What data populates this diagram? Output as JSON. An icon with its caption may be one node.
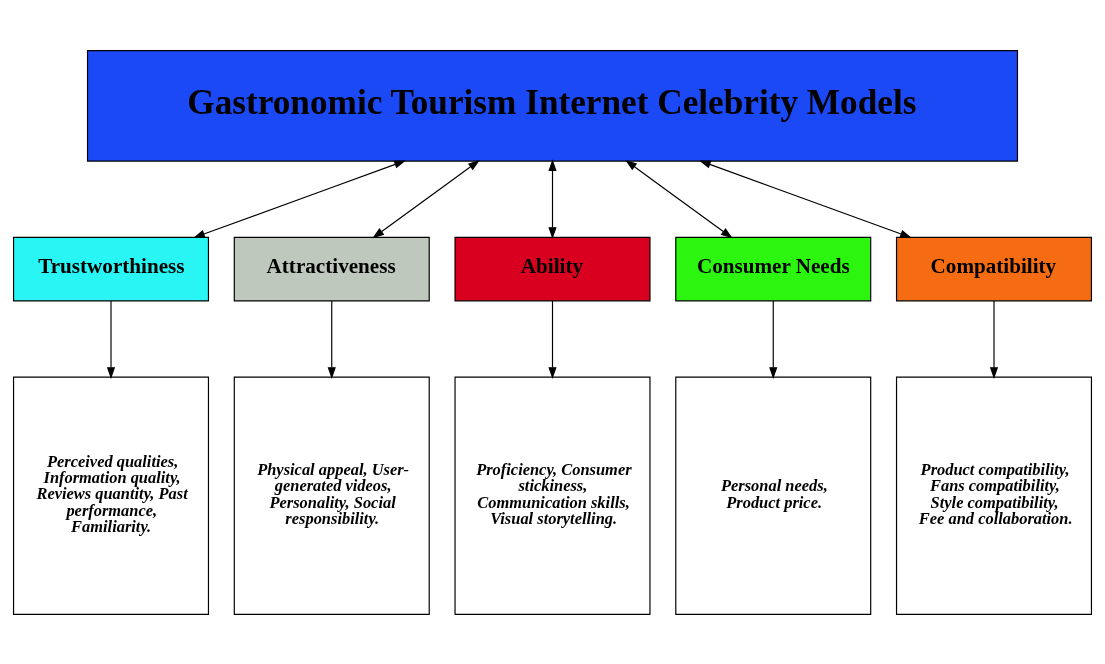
{
  "diagram": {
    "nodes": [
      {
        "text": [
          "Gastronomic Tourism Internet Celebrity Models"
        ]
      },
      {
        "text": [
          "Trustworthiness"
        ]
      },
      {
        "text": [
          "Attractiveness"
        ]
      },
      {
        "text": [
          "Ability"
        ]
      },
      {
        "text": [
          "Consumer Needs"
        ]
      },
      {
        "text": [
          "Compatibility"
        ]
      },
      {
        "text": [
          "Perceived qualities, Information quality, Reviews quantity, Past performance, Familiarity."
        ]
      },
      {
        "text": [
          "Physical appeal, User-generated videos, Personality, Social responsibility."
        ]
      },
      {
        "text": [
          "Proficiency, Consumer stickiness, Communication skills, Visual storytelling."
        ]
      },
      {
        "text": [
          "Personal needs, Product price."
        ]
      },
      {
        "text": [
          "Product compatibility, Fans compatibility, Style compatibility, Fee and collaboration."
        ]
      }
    ],
    "edges": [
      {
        "from": 0,
        "to": 1,
        "arrow": "both"
      },
      {
        "from": 0,
        "to": 2,
        "arrow": "both"
      },
      {
        "from": 0,
        "to": 3,
        "arrow": "both"
      },
      {
        "from": 0,
        "to": 4,
        "arrow": "both"
      },
      {
        "from": 0,
        "to": 5,
        "arrow": "both"
      },
      {
        "from": 1,
        "to": 6,
        "arrow": "to"
      },
      {
        "from": 2,
        "to": 7,
        "arrow": "to"
      },
      {
        "from": 3,
        "to": 8,
        "arrow": "to"
      },
      {
        "from": 4,
        "to": 9,
        "arrow": "to"
      },
      {
        "from": 5,
        "to": 10,
        "arrow": "to"
      }
    ]
  }
}
